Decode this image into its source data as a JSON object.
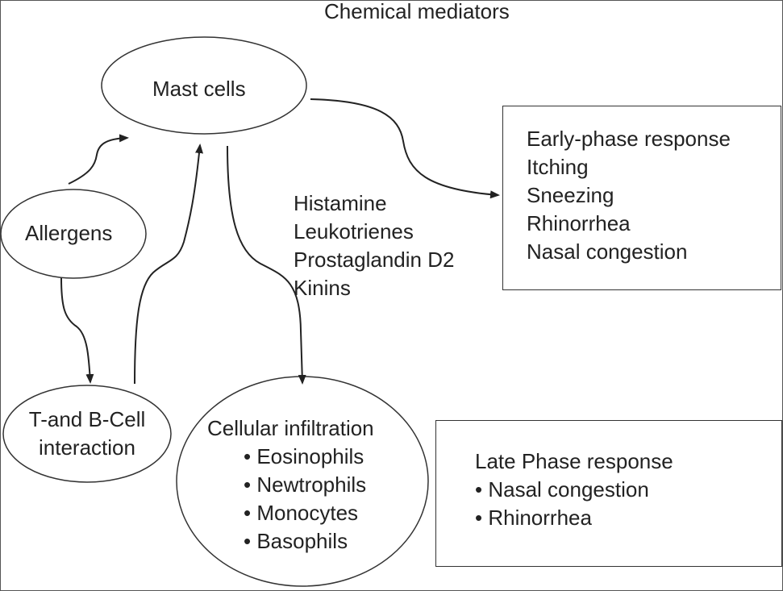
{
  "title": "Chemical mediators",
  "nodes": {
    "mast_cells": "Mast cells",
    "allergens": "Allergens",
    "tb_cell": [
      "T-and B-Cell",
      "interaction"
    ],
    "cellular_infiltration": {
      "heading": "Cellular infiltration",
      "items": [
        "Eosinophils",
        "Newtrophils",
        "Monocytes",
        "Basophils"
      ]
    }
  },
  "mediators": [
    "Histamine",
    "Leukotrienes",
    "Prostaglandin D2",
    "Kinins"
  ],
  "early_phase": {
    "lines": [
      "Early-phase response",
      "Itching",
      "Sneezing",
      "Rhinorrhea",
      "Nasal congestion"
    ]
  },
  "late_phase": {
    "heading": "Late Phase response",
    "items": [
      "Nasal congestion",
      "Rhinorrhea"
    ]
  }
}
